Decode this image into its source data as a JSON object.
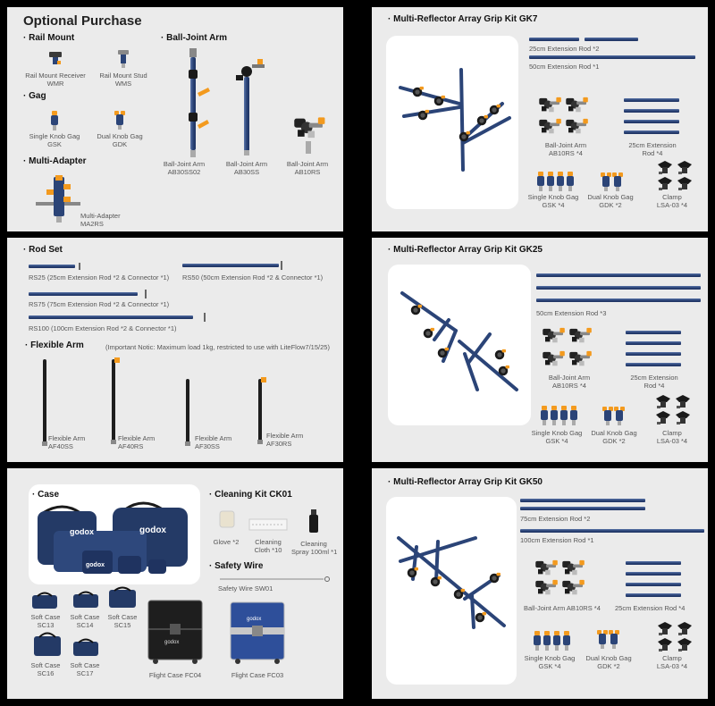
{
  "optional": {
    "title": "Optional Purchase",
    "rail_mount": {
      "heading": "· Rail Mount",
      "items": [
        {
          "name": "Rail Mount Receiver",
          "code": "WMR"
        },
        {
          "name": "Rail Mount Stud",
          "code": "WMS"
        }
      ]
    },
    "gag": {
      "heading": "· Gag",
      "items": [
        {
          "name": "Single Knob Gag",
          "code": "GSK"
        },
        {
          "name": "Dual Knob Gag",
          "code": "GDK"
        }
      ]
    },
    "multi_adapter": {
      "heading": "· Multi-Adapter",
      "name": "Multi-Adapter",
      "code": "MA2RS"
    },
    "ball_joint": {
      "heading": "· Ball-Joint Arm",
      "items": [
        {
          "name": "Ball-Joint Arm",
          "code": "AB30SS02"
        },
        {
          "name": "Ball-Joint Arm",
          "code": "AB30SS"
        },
        {
          "name": "Ball-Joint Arm",
          "code": "AB10RS"
        }
      ]
    }
  },
  "rodset": {
    "heading": "· Rod Set",
    "items": [
      "RS25 (25cm Extension Rod *2 & Connector *1)",
      "RS50 (50cm Extension Rod *2 & Connector *1)",
      "RS75 (75cm Extension Rod *2 & Connector *1)",
      "RS100 (100cm Extension Rod *2 & Connector *1)"
    ],
    "flex_heading": "· Flexible Arm",
    "flex_note": "(Important Notic: Maximum load 1kg, restricted to use with LiteFlow7/15/25)",
    "flex_items": [
      {
        "name": "Flexible Arm",
        "code": "AF40SS"
      },
      {
        "name": "Flexible Arm",
        "code": "AF40RS"
      },
      {
        "name": "Flexible Arm",
        "code": "AF30SS"
      },
      {
        "name": "Flexible Arm",
        "code": "AF30RS"
      }
    ]
  },
  "case": {
    "heading": "· Case",
    "brand": "godox",
    "soft_cases": [
      {
        "name": "Soft Case",
        "code": "SC13"
      },
      {
        "name": "Soft Case",
        "code": "SC14"
      },
      {
        "name": "Soft Case",
        "code": "SC15"
      },
      {
        "name": "Soft Case",
        "code": "SC16"
      },
      {
        "name": "Soft Case",
        "code": "SC17"
      }
    ],
    "flight_cases": [
      "Flight Case FC04",
      "Flight Case FC03"
    ],
    "cleaning": {
      "heading": "· Cleaning Kit CK01",
      "items": [
        {
          "name": "Glove *2"
        },
        {
          "name": "Cleaning",
          "qty": "Cloth *10"
        },
        {
          "name": "Cleaning",
          "qty": "Spray 100ml *1"
        }
      ]
    },
    "safety": {
      "heading": "· Safety Wire",
      "label": "Safety Wire SW01"
    }
  },
  "gk7": {
    "heading": "· Multi-Reflector Array Grip Kit GK7",
    "rod1": "25cm Extension Rod *2",
    "rod2": "50cm Extension Rod *1",
    "ball": [
      "Ball-Joint Arm",
      "AB10RS *4"
    ],
    "rod25": [
      "25cm Extension",
      "Rod *4"
    ],
    "gsk": [
      "Single Knob Gag",
      "GSK *4"
    ],
    "gdk": [
      "Dual Knob Gag",
      "GDK *2"
    ],
    "clamp": [
      "Clamp",
      "LSA-03 *4"
    ]
  },
  "gk25": {
    "heading": "· Multi-Reflector Array Grip Kit GK25",
    "rod50": "50cm Extension Rod *3",
    "ball": [
      "Ball-Joint Arm",
      "AB10RS *4"
    ],
    "rod25": [
      "25cm Extension",
      "Rod *4"
    ],
    "gsk": [
      "Single Knob Gag",
      "GSK *4"
    ],
    "gdk": [
      "Dual Knob Gag",
      "GDK *2"
    ],
    "clamp": [
      "Clamp",
      "LSA-03 *4"
    ]
  },
  "gk50": {
    "heading": "· Multi-Reflector Array Grip Kit GK50",
    "rod75": "75cm Extension Rod *2",
    "rod100": "100cm Extension Rod *1",
    "ball": "Ball-Joint Arm AB10RS *4",
    "rod25": "25cm Extension Rod *4",
    "gsk": [
      "Single Knob Gag",
      "GSK *4"
    ],
    "gdk": [
      "Dual Knob Gag",
      "GDK *2"
    ],
    "clamp": [
      "Clamp",
      "LSA-03 *4"
    ]
  },
  "colors": {
    "panel": "#ebebeb",
    "rod": "#2f4a80",
    "knob": "#f39a1e",
    "black": "#1a1a1a"
  }
}
